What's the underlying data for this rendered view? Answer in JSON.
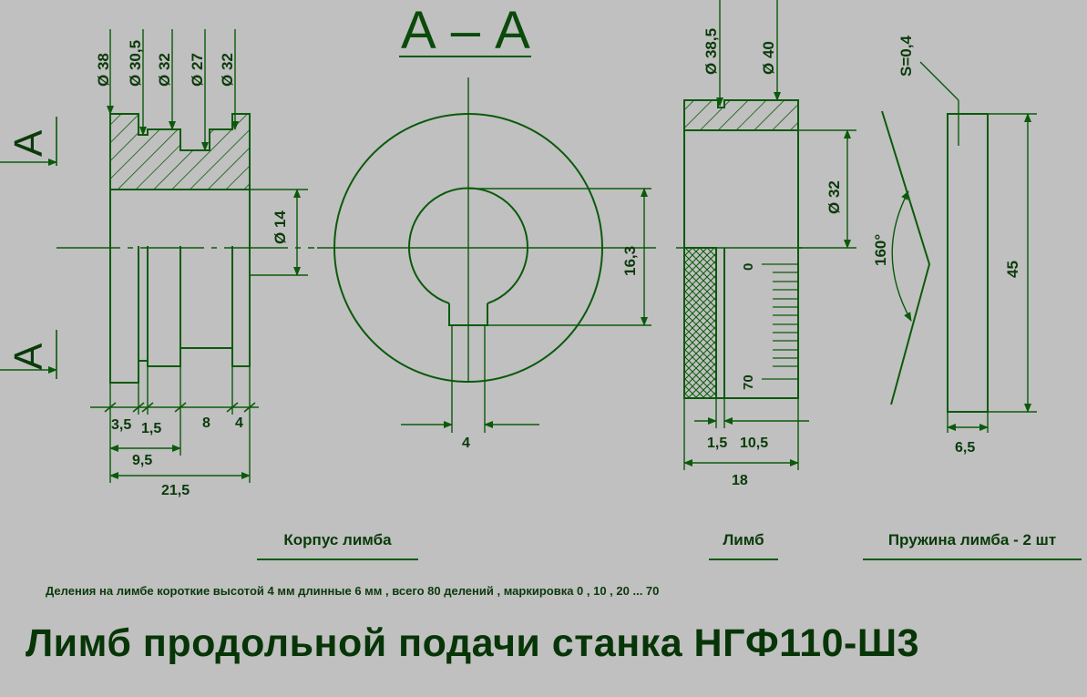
{
  "section_title": "А – А",
  "section_marks": {
    "top": "А",
    "bottom": "А"
  },
  "housing": {
    "diameters": [
      "Ø 38",
      "Ø 30,5",
      "Ø 32",
      "Ø 27",
      "Ø 32"
    ],
    "bore": "Ø 14",
    "widths": [
      "3,5",
      "1,5",
      "8",
      "4"
    ],
    "overall": [
      "9,5",
      "21,5"
    ],
    "caption": "Корпус лимба"
  },
  "section": {
    "keyway_height": "16,3",
    "keyway_width": "4"
  },
  "dial": {
    "diameters": [
      "Ø 38,5",
      "Ø 40"
    ],
    "inner": "Ø 32",
    "scale_marks": [
      "0",
      "70"
    ],
    "widths": [
      "1,5",
      "10,5"
    ],
    "overall": "18",
    "caption": "Лимб"
  },
  "spring": {
    "thickness": "S=0,4",
    "angle": "160°",
    "length": "45",
    "width": "6,5",
    "caption": "Пружина лимба - 2 шт"
  },
  "note": "Деления на лимбе короткие высотой 4 мм длинные 6 мм , всего 80 делений , маркировка  0 , 10 , 20 ... 70",
  "title": "Лимб продольной  подачи  станка  НГФ110-Ш3",
  "colors": {
    "background": "#c0c0c0",
    "line": "#0a5a0a",
    "text": "#0a3a0a"
  }
}
